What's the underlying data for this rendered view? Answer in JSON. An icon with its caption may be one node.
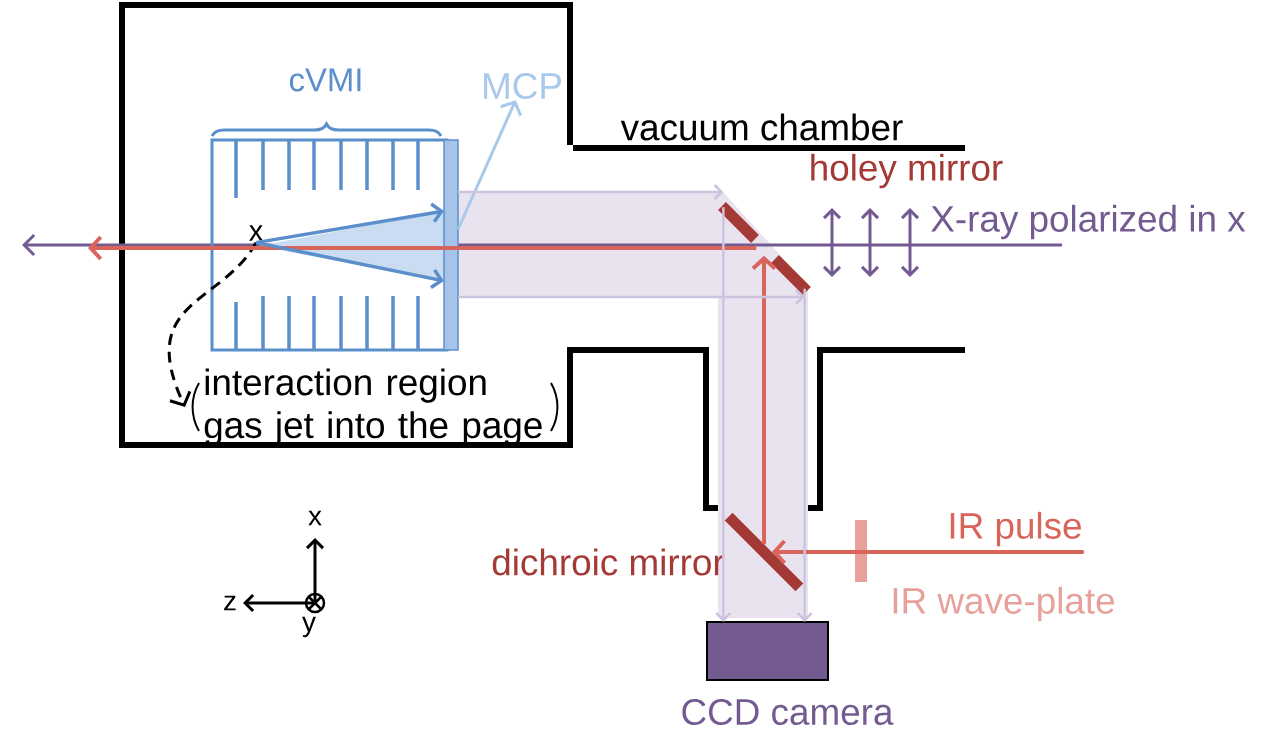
{
  "diagram": {
    "nodes": [
      {
        "text": [
          "cVMI"
        ]
      },
      {
        "text": [
          "x"
        ],
        "in": 0
      },
      {
        "text": [],
        "shape": "bar"
      },
      {
        "text": [
          "MCP"
        ]
      },
      {
        "text": [
          "interaction region gas jet into the page"
        ]
      },
      {
        "text": [],
        "shape": "bar",
        "beside": [
          "holey mirror"
        ]
      },
      {
        "text": [],
        "shape": "bar",
        "beside": [
          "dichroic mirror"
        ]
      },
      {
        "text": [],
        "shape": "bar",
        "beside": [
          "IR wave-plate"
        ]
      },
      {
        "text": [],
        "shape": "box",
        "beside": [
          "CCD camera"
        ]
      },
      {
        "text": [
          "IR pulse"
        ]
      }
    ],
    "edges": [
      {
        "from": 2,
        "to": 3,
        "arrow": "to",
        "color": "#a8c8ec"
      },
      {
        "from": 1,
        "to": 4,
        "arrow": "to",
        "style": "dashed",
        "color": "#000000"
      },
      {
        "from": 9,
        "to": 6,
        "arrow": "to",
        "color": "#d9645a"
      },
      {
        "from": 6,
        "to": 5,
        "arrow": "to",
        "color": "#d9645a"
      },
      {
        "from": 5,
        "to": null,
        "arrow": "to",
        "color": "#d9645a"
      },
      {
        "from": 1,
        "to": 2,
        "arrow": "to",
        "color": "#5b8fcc"
      },
      {
        "from": 1,
        "to": 2,
        "arrow": "to",
        "color": "#5b8fcc"
      },
      {
        "from": 2,
        "to": 5,
        "arrow": "to",
        "color": "#cdc3de"
      },
      {
        "from": 2,
        "to": 5,
        "arrow": "to",
        "color": "#cdc3de"
      },
      {
        "from": 5,
        "to": 8,
        "arrow": "to",
        "color": "#cdc3de"
      },
      {
        "from": 5,
        "to": 8,
        "arrow": "to",
        "color": "#cdc3de"
      }
    ],
    "labels": [
      "vacuum chamber",
      "X-ray polarized in x",
      "x",
      "z",
      "y"
    ]
  }
}
